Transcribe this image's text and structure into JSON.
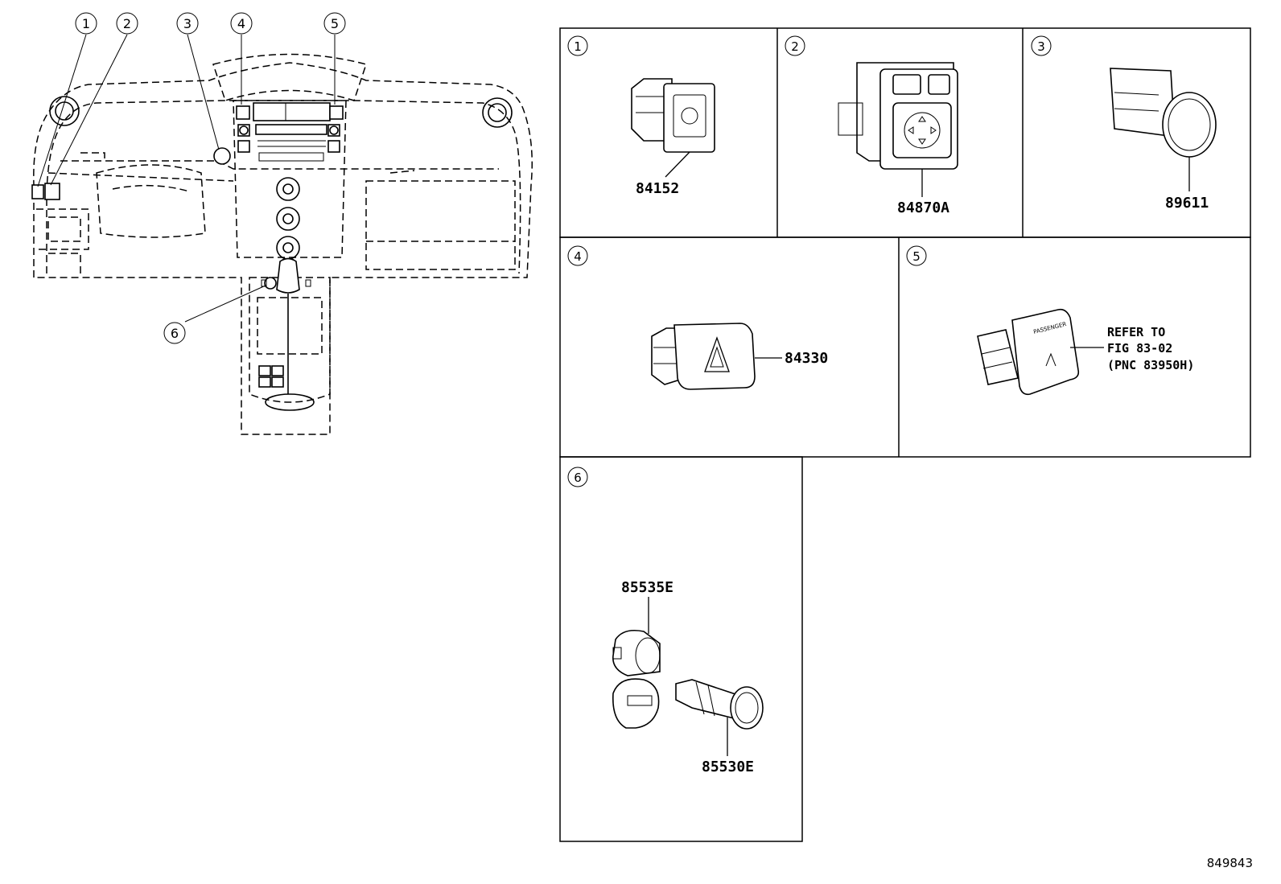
{
  "callouts": [
    "1",
    "2",
    "3",
    "4",
    "5",
    "6"
  ],
  "panels": [
    {
      "num": "1",
      "parts": [
        "84152"
      ]
    },
    {
      "num": "2",
      "parts": [
        "84870A"
      ]
    },
    {
      "num": "3",
      "parts": [
        "89611"
      ]
    },
    {
      "num": "4",
      "parts": [
        "84330"
      ]
    },
    {
      "num": "5",
      "parts": [],
      "note": [
        "REFER TO",
        "FIG 83-02",
        "(PNC 83950H)"
      ],
      "switch_text": "PASSENGER"
    },
    {
      "num": "6",
      "parts": [
        "85535E",
        "85530E"
      ]
    }
  ],
  "diagram_id": "849843"
}
